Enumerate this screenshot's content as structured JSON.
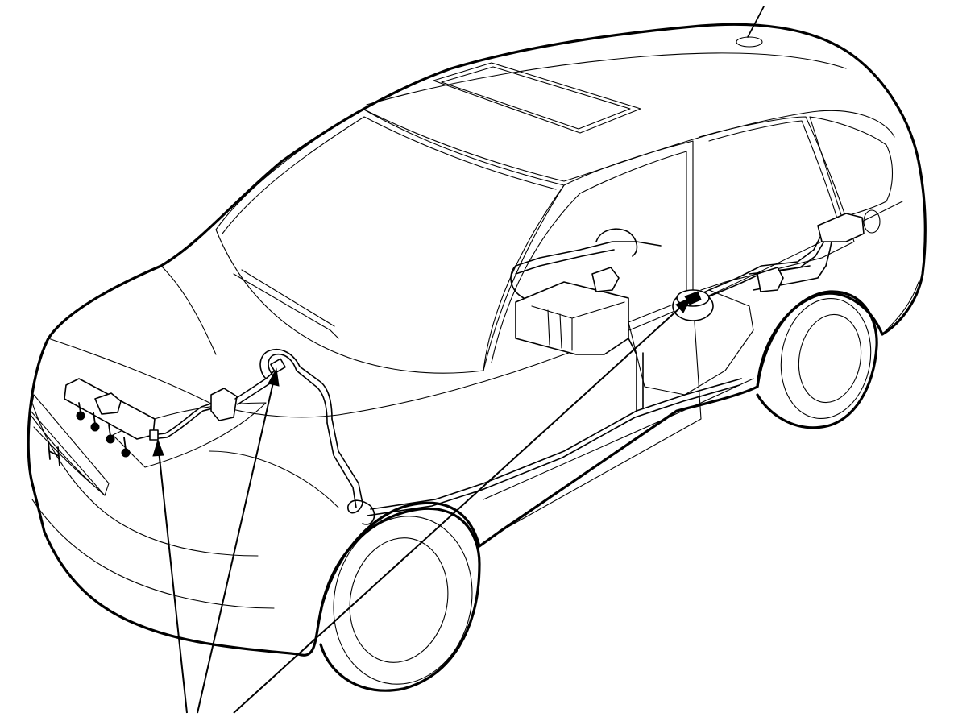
{
  "figure": {
    "kind": "fuel-system-line-art",
    "callouts": [
      {
        "id": "fuel-feed-joint"
      },
      {
        "id": "quick-connect-fitting"
      },
      {
        "id": "fuel-tank-unit"
      }
    ]
  }
}
